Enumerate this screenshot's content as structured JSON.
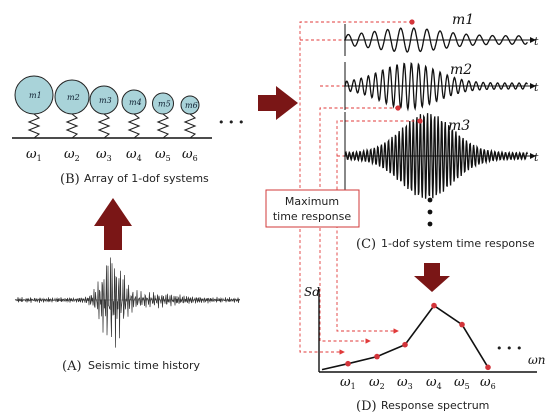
{
  "colors": {
    "mass_fill": "#a9d3d9",
    "arrow": "#7a1616",
    "dashed": "#e03a3a",
    "point": "#d2343a",
    "line": "#111111"
  },
  "masses": {
    "labels": [
      "m1",
      "m2",
      "m3",
      "m4",
      "m5",
      "m6"
    ],
    "frequencies": [
      "ω1",
      "ω2",
      "ω3",
      "ω4",
      "ω5",
      "ω6"
    ],
    "ellipsis": "• • •"
  },
  "captions": {
    "a_letter": "(A)",
    "a_text": "Seismic time history",
    "b_letter": "(B)",
    "b_text": "Array of 1-dof systems",
    "c_letter": "(C)",
    "c_text": "1-dof system time response",
    "d_letter": "(D)",
    "d_text": "Response spectrum"
  },
  "responses": {
    "mass_labels": [
      "m1",
      "m2",
      "m3"
    ],
    "axis_label": "t",
    "dots": "•\n•\n•",
    "max_box": "Maximum\ntime response"
  },
  "chart_data": {
    "type": "line",
    "categories": [
      "ω1",
      "ω2",
      "ω3",
      "ω4",
      "ω5",
      "ω6"
    ],
    "values": [
      0.7,
      1.3,
      2.3,
      5.6,
      4.0,
      0.4
    ],
    "ylabel": "Sd",
    "xlabel": "ωn",
    "ylim": [
      0,
      7
    ],
    "trailing": "• • •"
  }
}
